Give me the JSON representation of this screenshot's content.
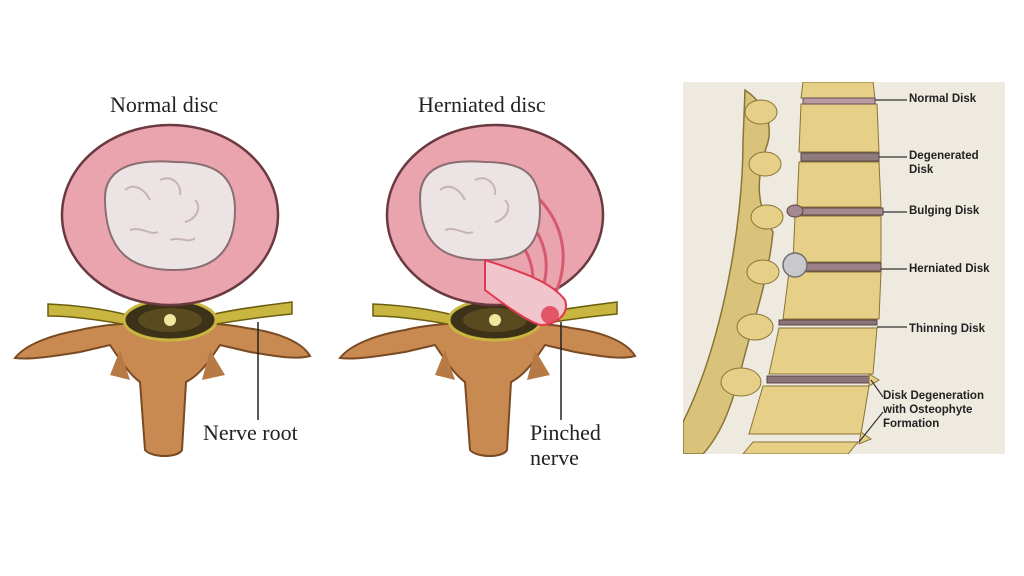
{
  "figures": {
    "normal": {
      "title": "Normal disc",
      "callout": "Nerve root"
    },
    "herniated": {
      "title": "Herniated disc",
      "callout": "Pinched nerve"
    }
  },
  "spine_panel": {
    "labels": [
      "Normal Disk",
      "Degenerated Disk",
      "Bulging Disk",
      "Herniated Disk",
      "Thinning Disk",
      "Disk Degeneration with Osteophyte Formation"
    ]
  },
  "colors": {
    "annulus": "#e9a4ad",
    "nucleus": "#ece3e4",
    "bone": "#c98a52",
    "nerve": "#c9b640",
    "herniation": "#e0394f",
    "vertebra": "#e6cf86"
  }
}
